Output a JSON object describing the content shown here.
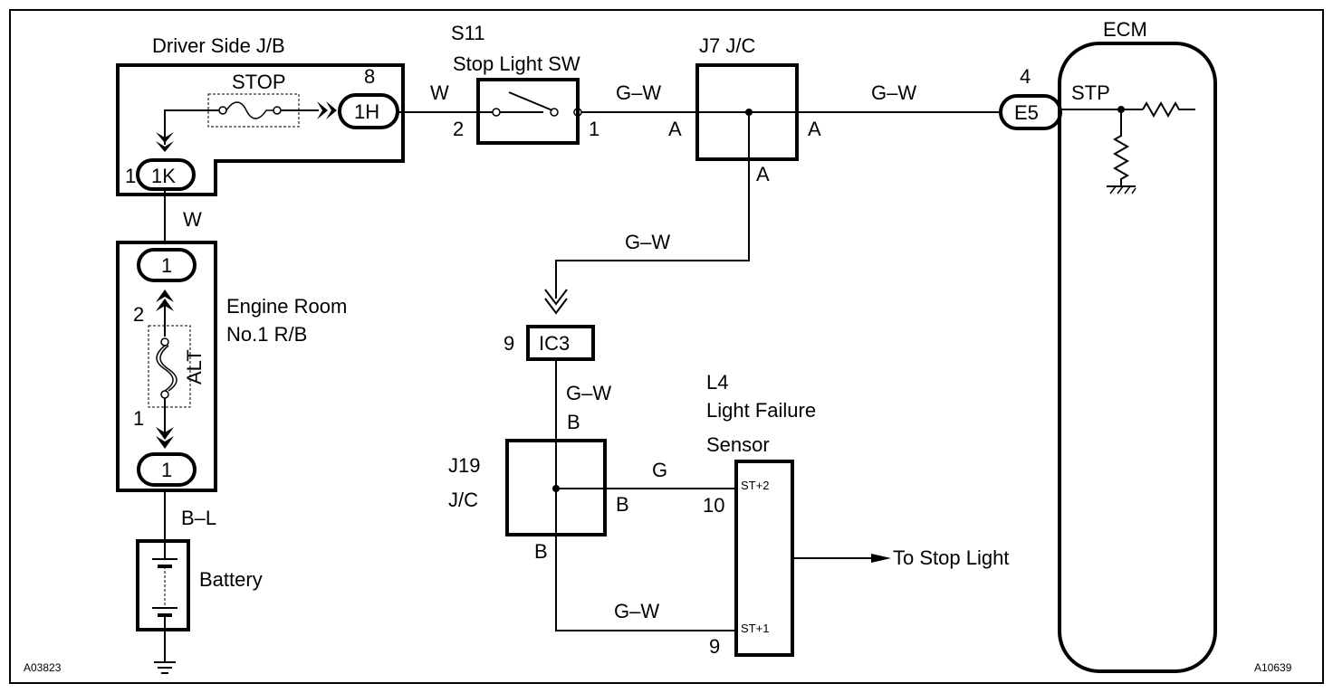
{
  "components": {
    "driver_jb": {
      "title": "Driver Side J/B",
      "fuse": "STOP",
      "conn_1h_pin": "8",
      "conn_1h": "1H",
      "conn_1k_pin": "1",
      "conn_1k": "1K"
    },
    "stop_light_sw": {
      "id": "S11",
      "name": "Stop Light SW",
      "pin_in": "2",
      "pin_out": "1"
    },
    "j7": {
      "name": "J7 J/C",
      "pin_left": "A",
      "pin_right": "A",
      "pin_bottom": "A"
    },
    "ecm": {
      "name": "ECM",
      "conn_pin": "4",
      "conn": "E5",
      "terminal": "STP"
    },
    "engine_rb": {
      "line1": "Engine Room",
      "line2": "No.1 R/B",
      "fuse": "ALT",
      "conn_top": "1",
      "conn_bottom": "1",
      "pin_top": "2",
      "pin_bottom": "1"
    },
    "battery": {
      "name": "Battery"
    },
    "ic3": {
      "name": "IC3",
      "pin": "9"
    },
    "j19": {
      "line1": "J19",
      "line2": "J/C",
      "pin_top": "B",
      "pin_right": "B",
      "pin_bottom": "B"
    },
    "l4": {
      "id": "L4",
      "line1": "Light Failure",
      "line2": "Sensor",
      "term_top": "ST+2",
      "pin_top": "10",
      "term_bottom": "ST+1",
      "pin_bottom": "9",
      "output": "To Stop Light"
    }
  },
  "wires": {
    "jb_to_sw": "W",
    "sw_to_j7": "G–W",
    "j7_to_ecm": "G–W",
    "j7_to_ic3": "G–W",
    "ic3_to_j19": "G–W",
    "j19_to_l4": "G",
    "j19_to_l4_bottom": "G–W",
    "jb_to_rb": "W",
    "rb_to_battery": "B–L"
  },
  "codes": {
    "left": "A03823",
    "right": "A10639"
  }
}
